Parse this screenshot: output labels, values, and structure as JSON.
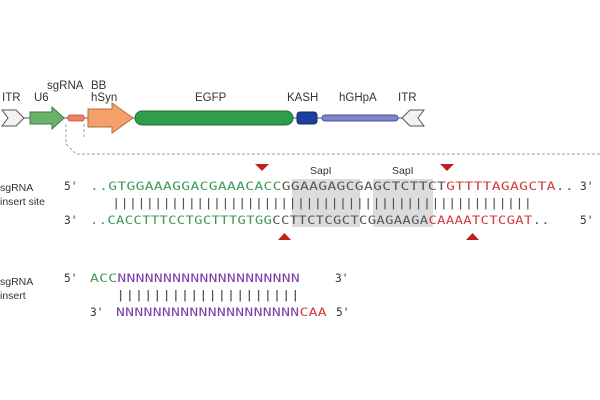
{
  "construct": {
    "labels": {
      "itr_left": "ITR",
      "u6": "U6",
      "sgrna": "sgRNA",
      "bb": "BB",
      "hsyn": "hSyn",
      "egfp": "EGFP",
      "kash": "KASH",
      "hghpa": "hGHpA",
      "itr_right": "ITR"
    },
    "colors": {
      "itr": "#f2f2f2",
      "u6": "#6bb36b",
      "sgrna": "#f08060",
      "hsyn": "#f4a06a",
      "egfp": "#2e9e4a",
      "kash": "#1f3f9e",
      "hghpa": "#7f86c9",
      "outline": "#555555"
    }
  },
  "insert_site": {
    "label_line1": "sgRNA",
    "label_line2": "insert site",
    "enzyme_left": "SapI",
    "enzyme_right": "SapI",
    "top_5": "5'",
    "top_3": "3'",
    "bottom_3": "3'",
    "bottom_5": "5'",
    "top_strand": {
      "prefix": "..",
      "green": "GTGGAAAGGACGAAACACC",
      "grey": "GGAAGAGCGAGCTCTTCT",
      "red": "GTTTTAGAGCTA",
      "suffix": ".."
    },
    "bottom_strand": {
      "prefix": "..",
      "green": "CACCTTTCCTGCTTTGTGG",
      "grey": "CCTTCTCGCTCGAGAAGA",
      "red": "CAAAATCTCGAT",
      "suffix": ".."
    },
    "bond_lines": "||||||||||||||||||||||||||||||||||||||||||||||||||"
  },
  "insert": {
    "label_line1": "sgRNA",
    "label_line2": "insert",
    "top_5": "5'",
    "top_3": "3'",
    "bottom_3": "3'",
    "bottom_5": "5'",
    "top_strand": {
      "overhang": "ACC",
      "n_seq": "NNNNNNNNNNNNNNNNNNNN"
    },
    "bottom_strand": {
      "n_seq": "NNNNNNNNNNNNNNNNNNNN",
      "overhang": "CAA"
    },
    "bond_lines": "||||||||||||||||||||"
  },
  "sequence_colors": {
    "green": "#3a9a55",
    "grey": "#555555",
    "red": "#d23a3a",
    "purple": "#7a3fa8",
    "highlight": "#dcdcdc",
    "cut_marker": "#c0201c"
  }
}
